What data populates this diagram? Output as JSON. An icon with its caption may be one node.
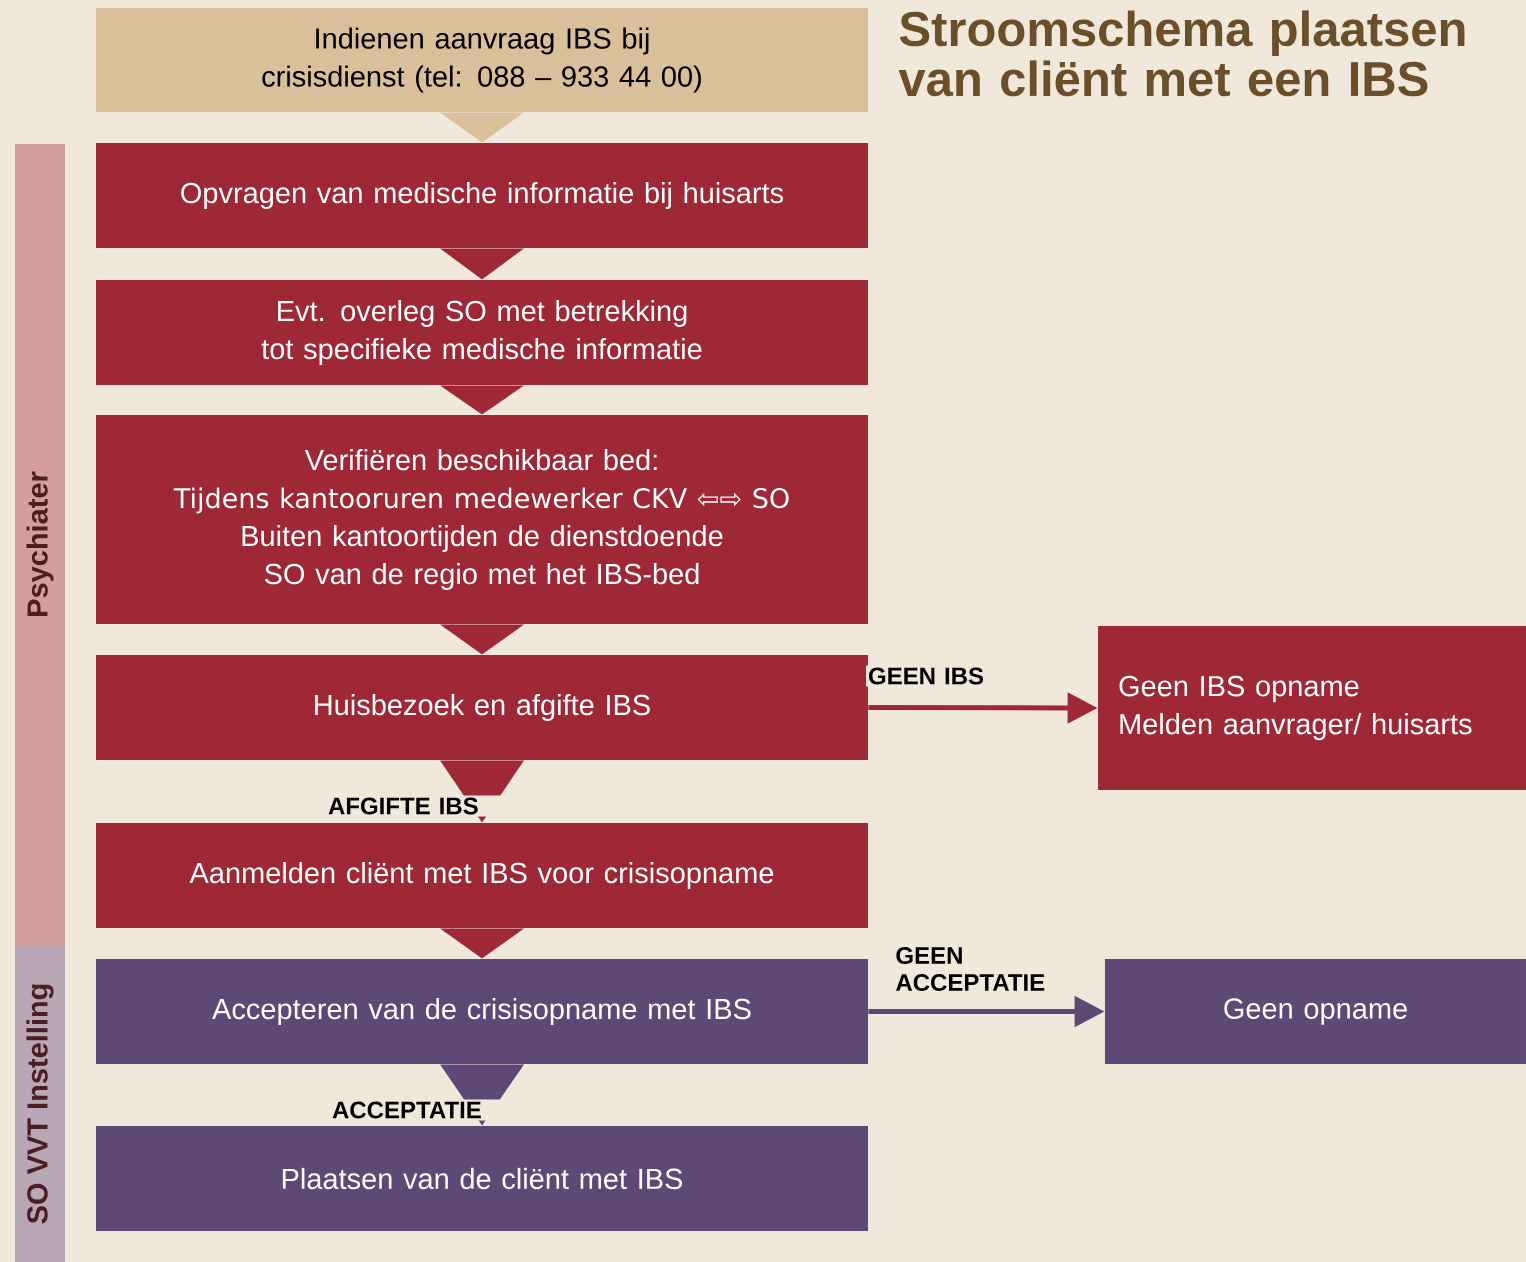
{
  "diagram": {
    "title": "Stroomschema plaatsen van cliënt met een IBS",
    "nodes": [
      {
        "text": [
          "Indienen aanvraag IBS bij crisisdienst (tel: 088 – 933 44 00)"
        ]
      },
      {
        "text": [
          "Opvragen van medische informatie bij huisarts"
        ]
      },
      {
        "text": [
          "Evt. overleg SO met betrekking tot specifieke medische informatie"
        ]
      },
      {
        "text": [
          "Verifiëren beschikbaar bed:",
          "Tijdens kantooruren medewerker CKV ⇦⇨ SO",
          "Buiten kantoortijden de dienstdoende SO van de regio met het IBS-bed"
        ]
      },
      {
        "text": [
          "Huisbezoek en afgifte IBS"
        ]
      },
      {
        "text": [
          "Aanmelden cliënt met IBS voor crisisopname"
        ]
      },
      {
        "text": [
          "Accepteren van de crisisopname met IBS"
        ]
      },
      {
        "text": [
          "Plaatsen van de cliënt met IBS"
        ]
      },
      {
        "text": [
          "Geen IBS opname",
          "Melden aanvrager/ huisarts"
        ]
      },
      {
        "text": [
          "Geen opname"
        ]
      },
      {
        "text": [
          "Psychiater"
        ]
      },
      {
        "text": [
          "SO VVT Instelling"
        ]
      }
    ],
    "edges": [
      {
        "from": 0,
        "to": 1,
        "arrow": "to"
      },
      {
        "from": 1,
        "to": 2,
        "arrow": "to"
      },
      {
        "from": 2,
        "to": 3,
        "arrow": "to"
      },
      {
        "from": 3,
        "to": 4,
        "arrow": "to"
      },
      {
        "from": 4,
        "to": 5,
        "arrow": "to",
        "label": "AFGIFTE IBS"
      },
      {
        "from": 5,
        "to": 6,
        "arrow": "to"
      },
      {
        "from": 6,
        "to": 7,
        "arrow": "to",
        "label": "ACCEPTATIE"
      },
      {
        "from": 4,
        "to": 8,
        "arrow": "to",
        "label": "GEEN IBS"
      },
      {
        "from": 6,
        "to": 9,
        "arrow": "to",
        "label": "GEEN ACCEPTATIE"
      }
    ]
  }
}
